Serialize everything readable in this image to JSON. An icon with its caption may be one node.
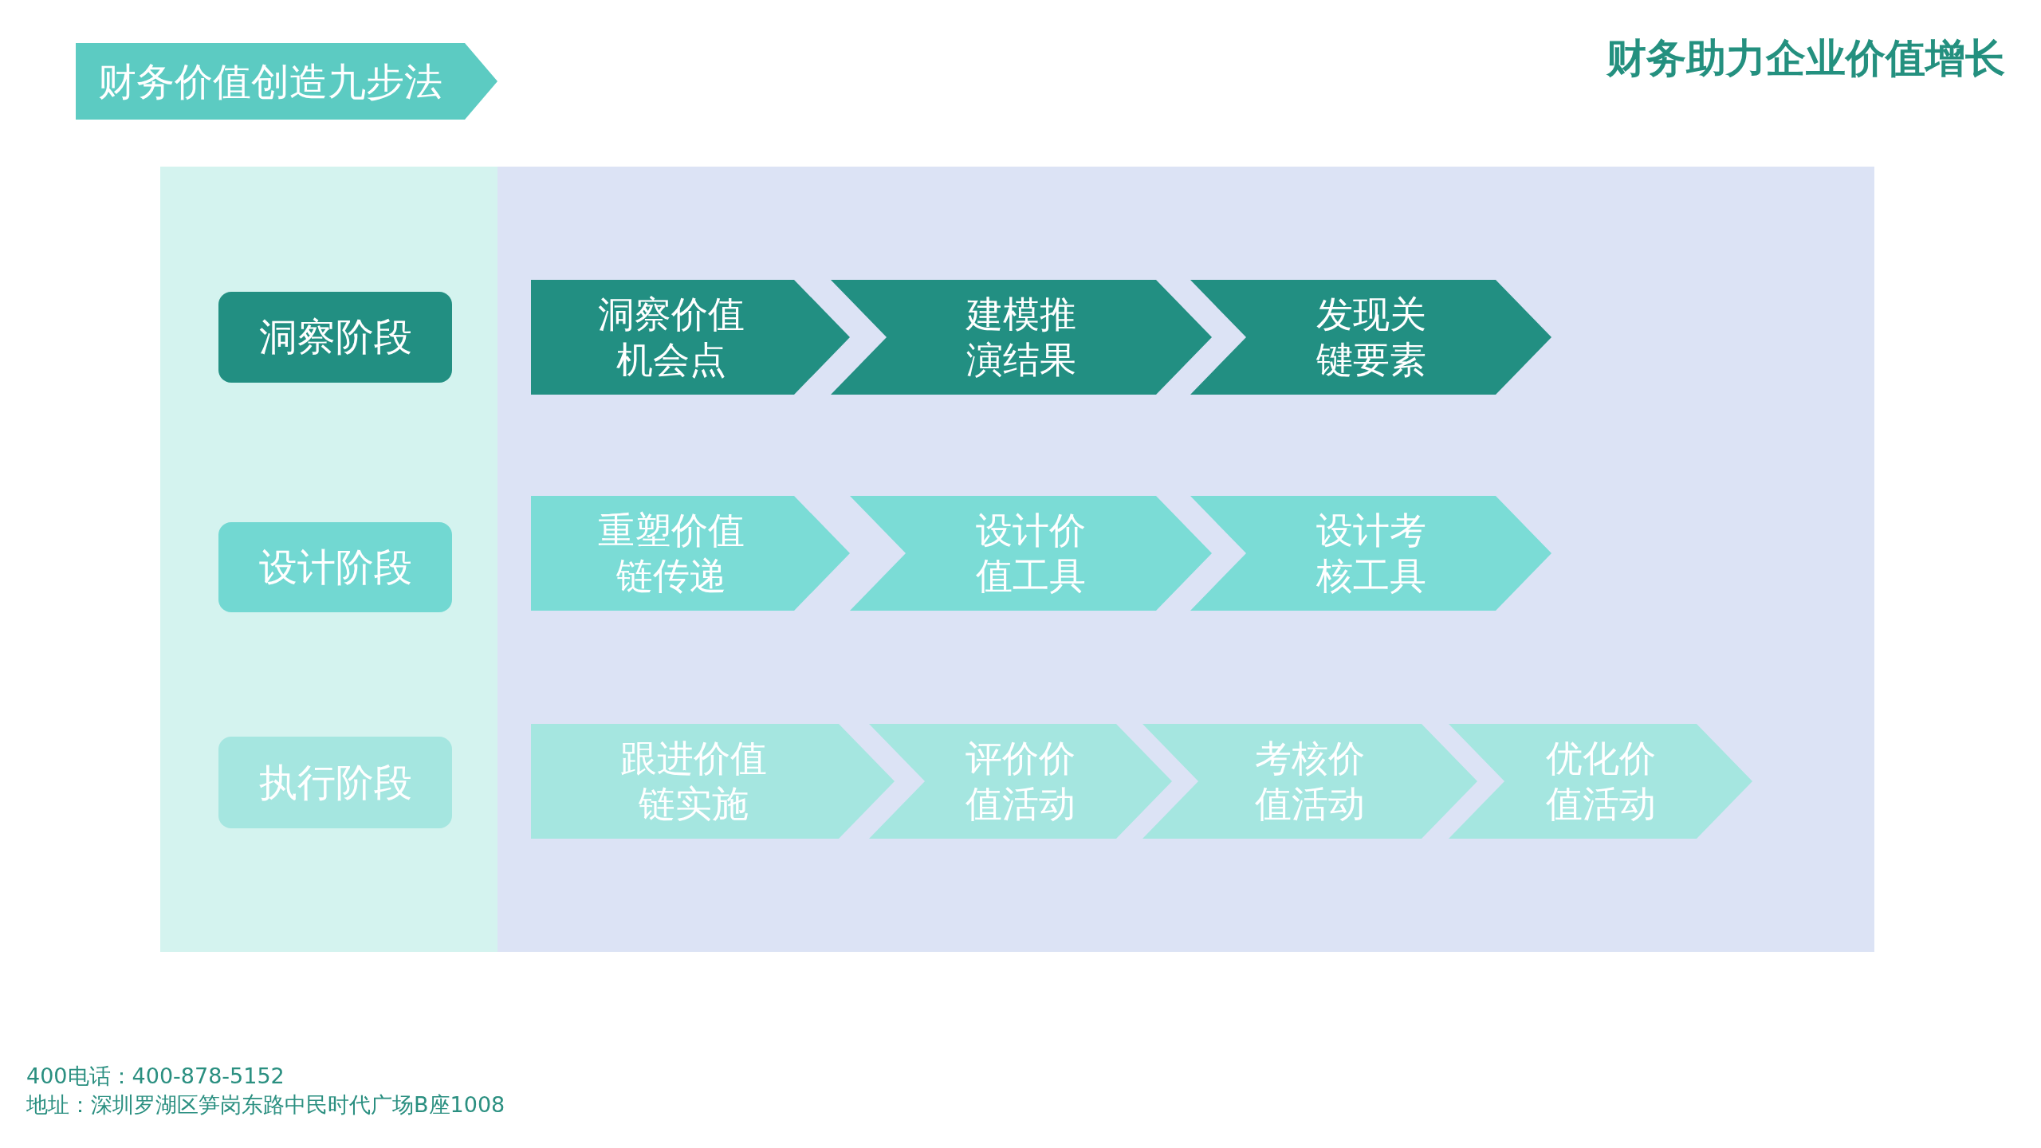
{
  "diagram": {
    "title": "财务价值创造九步法",
    "nodes": [
      {
        "text": [],
        "shape": "box"
      },
      {
        "text": [],
        "shape": "box"
      },
      {
        "text": [
          "洞察阶段"
        ],
        "in": 0
      },
      {
        "text": [
          "设计阶段"
        ],
        "in": 0
      },
      {
        "text": [
          "执行阶段"
        ],
        "in": 0
      },
      {
        "text": [
          "洞察价值机会点"
        ],
        "in": 1
      },
      {
        "text": [
          "建模推演结果"
        ],
        "in": 1
      },
      {
        "text": [
          "发现关键要素"
        ],
        "in": 1
      },
      {
        "text": [
          "重塑价值链传递"
        ],
        "in": 1
      },
      {
        "text": [
          "设计价值工具"
        ],
        "in": 1
      },
      {
        "text": [
          "设计考核工具"
        ],
        "in": 1
      },
      {
        "text": [
          "跟进价值链实施"
        ],
        "in": 1
      },
      {
        "text": [
          "评价价值活动"
        ],
        "in": 1
      },
      {
        "text": [
          "考核价值活动"
        ],
        "in": 1
      },
      {
        "text": [
          "优化价值活动"
        ],
        "in": 1
      }
    ],
    "labels": [
      "财务助力企业价值增长",
      "400电话：400-878-5152",
      "地址：深圳罗湖区笋岗东路中民时代广场B座1008"
    ]
  }
}
